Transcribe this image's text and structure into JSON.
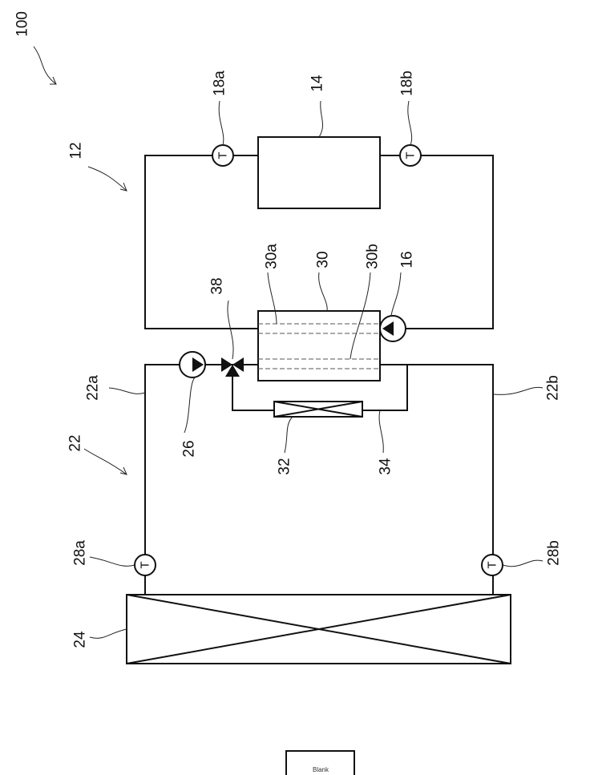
{
  "figure": {
    "system_label": "100",
    "loop_primary": {
      "label": "12",
      "load_label": "14",
      "pump_label": "16",
      "sensor_in_label": "18a",
      "sensor_out_label": "18b",
      "sensor_symbol": "T"
    },
    "heat_exchanger": {
      "label": "30",
      "passage_a_label": "30a",
      "passage_b_label": "30b"
    },
    "loop_secondary": {
      "label": "22",
      "pipe_a_label": "22a",
      "pipe_b_label": "22b",
      "pump_label": "26",
      "valve_label": "38",
      "bypass_label": "34",
      "bypass_device_label": "32"
    },
    "radiator": {
      "label": "24",
      "sensor_in_label": "28a",
      "sensor_out_label": "28b"
    },
    "stamp_text": "Blank"
  }
}
